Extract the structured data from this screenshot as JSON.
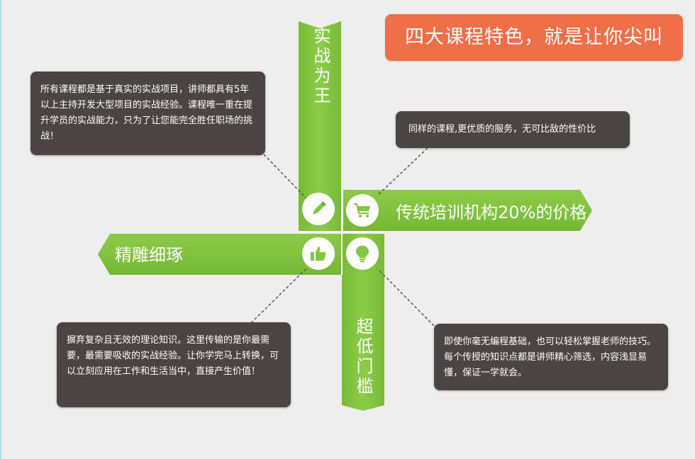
{
  "title": "四大课程特色，就是让你尖叫",
  "features": {
    "top": {
      "label": "实战为王",
      "icon": "pencil-icon"
    },
    "right": {
      "label": "传统培训机构20%的价格",
      "icon": "shopping-cart-icon"
    },
    "left": {
      "label": "精雕细琢",
      "icon": "thumbs-up-icon"
    },
    "bottom": {
      "label": "超低门槛",
      "icon": "lightbulb-icon"
    }
  },
  "notes": {
    "top_left": "所有课程都是基于真实的实战项目，讲师都具有5年以上主持开发大型项目的实战经验。课程唯一重在提升学员的实战能力，只为了让您能完全胜任职场的挑战！",
    "top_right": "同样的课程,更优质的服务，无可比敌的性价比",
    "bottom_left": "摒弃复杂且无效的理论知识。这里传输的是你最需要，最需要吸收的实战经验。让你学完马上转换，可以立刻应用在工作和生活当中，直接产生价值！",
    "bottom_right": "即使你毫无编程基础，也可以轻松掌握老师的技巧。每个传授的知识点都是讲师精心筛选，内容浅显易懂，保证一学就会。"
  },
  "colors": {
    "green": "#83c441",
    "orange": "#ee6f48",
    "note_bg": "#4b4445",
    "background": "#eeeeee"
  }
}
